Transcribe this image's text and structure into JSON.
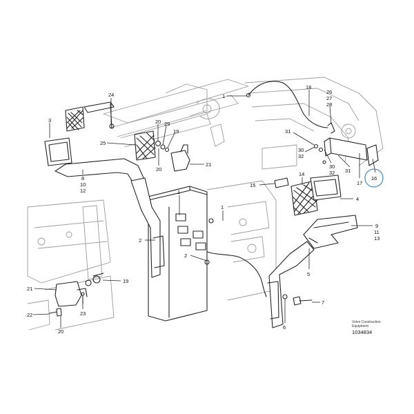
{
  "callouts": {
    "c1a": "1",
    "c18": "18",
    "c26": "26",
    "c27": "27",
    "c28": "28",
    "c24": "24",
    "c3": "3",
    "c20a": "20",
    "c29": "29",
    "c19a": "19",
    "c25": "25",
    "c20b": "20",
    "c31a": "31",
    "c30a": "30",
    "c32a": "32",
    "c30b": "30",
    "c32b": "32",
    "c31b": "31",
    "c17": "17",
    "c16": "16",
    "c21a": "21",
    "c8": "8",
    "c10": "10",
    "c12": "12",
    "c1b": "1",
    "c15": "15",
    "c14": "14",
    "c4": "4",
    "c1c": "1",
    "c9": "9",
    "c11": "11",
    "c13": "13",
    "c2a": "2",
    "c2b": "2",
    "c5": "5",
    "c21b": "21",
    "c19b": "19",
    "c23": "23",
    "c22": "22",
    "c20c": "20",
    "c7": "7",
    "c6": "6"
  },
  "highlight": {
    "callout": "16",
    "color": "#4a8fc8"
  },
  "footer": {
    "maker_line1": "Volvo Construction",
    "maker_line2": "Equipment",
    "drawing_number": "1034834"
  }
}
